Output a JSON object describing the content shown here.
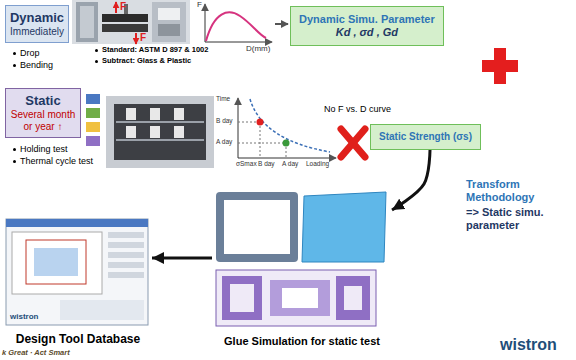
{
  "diagram": {
    "nodes": [
      {
        "text": [
          "Dynamic",
          "Immediately"
        ]
      },
      {
        "text": [
          "Dynamic Simu. Parameter",
          "Kd , σd , Gd"
        ]
      },
      {
        "text": [
          "Static",
          "Several month or year ↑"
        ]
      },
      {
        "text": [
          "Static Strength (σs)"
        ]
      },
      {
        "text": [
          "Glue Simulation for static test"
        ]
      },
      {
        "text": [
          "Design Tool Database"
        ]
      }
    ],
    "edges": [
      {
        "from": 3,
        "to": 4,
        "arrow": "to"
      },
      {
        "from": 4,
        "to": 5,
        "arrow": "to"
      }
    ],
    "labels": [
      "Drop",
      "Bending",
      "F",
      "F",
      "Standard: ASTM D 897 & 1002",
      "Subtract: Glass & Plastic",
      "F",
      "D(mm)",
      "Holding test",
      "Thermal cycle test",
      "No F vs. D curve",
      "Time",
      "B day",
      "A day",
      "σSmax",
      "B day",
      "A day",
      "Loading",
      "Transform Methodology",
      "=> Static simu. parameter",
      "wistron",
      "k Great · Act Smart",
      "wistron"
    ]
  }
}
